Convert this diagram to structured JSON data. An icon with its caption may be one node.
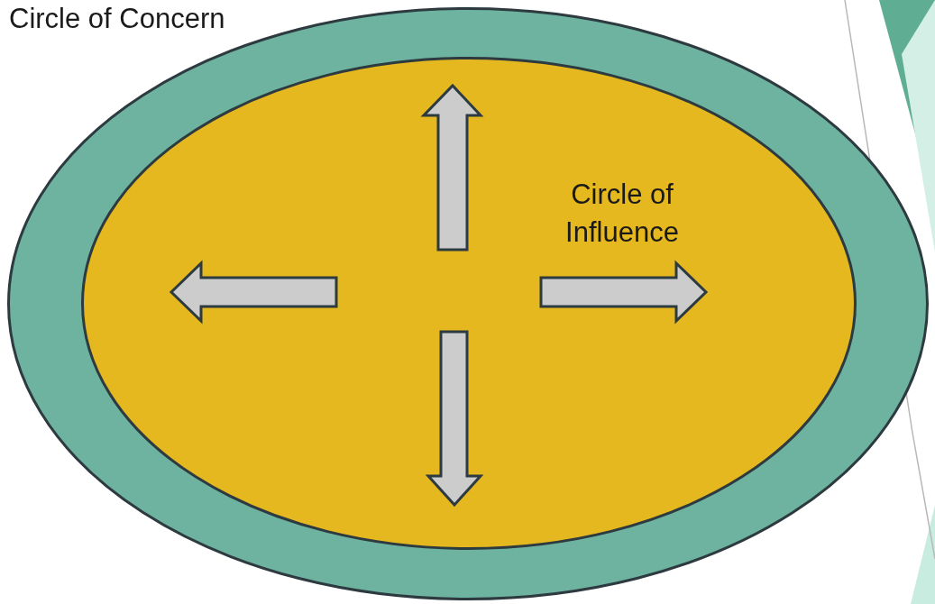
{
  "diagram": {
    "nodes": [
      {
        "text": [
          "Circle of Concern"
        ]
      },
      {
        "text": [
          "Circle of Influence"
        ],
        "in": 0
      }
    ]
  }
}
